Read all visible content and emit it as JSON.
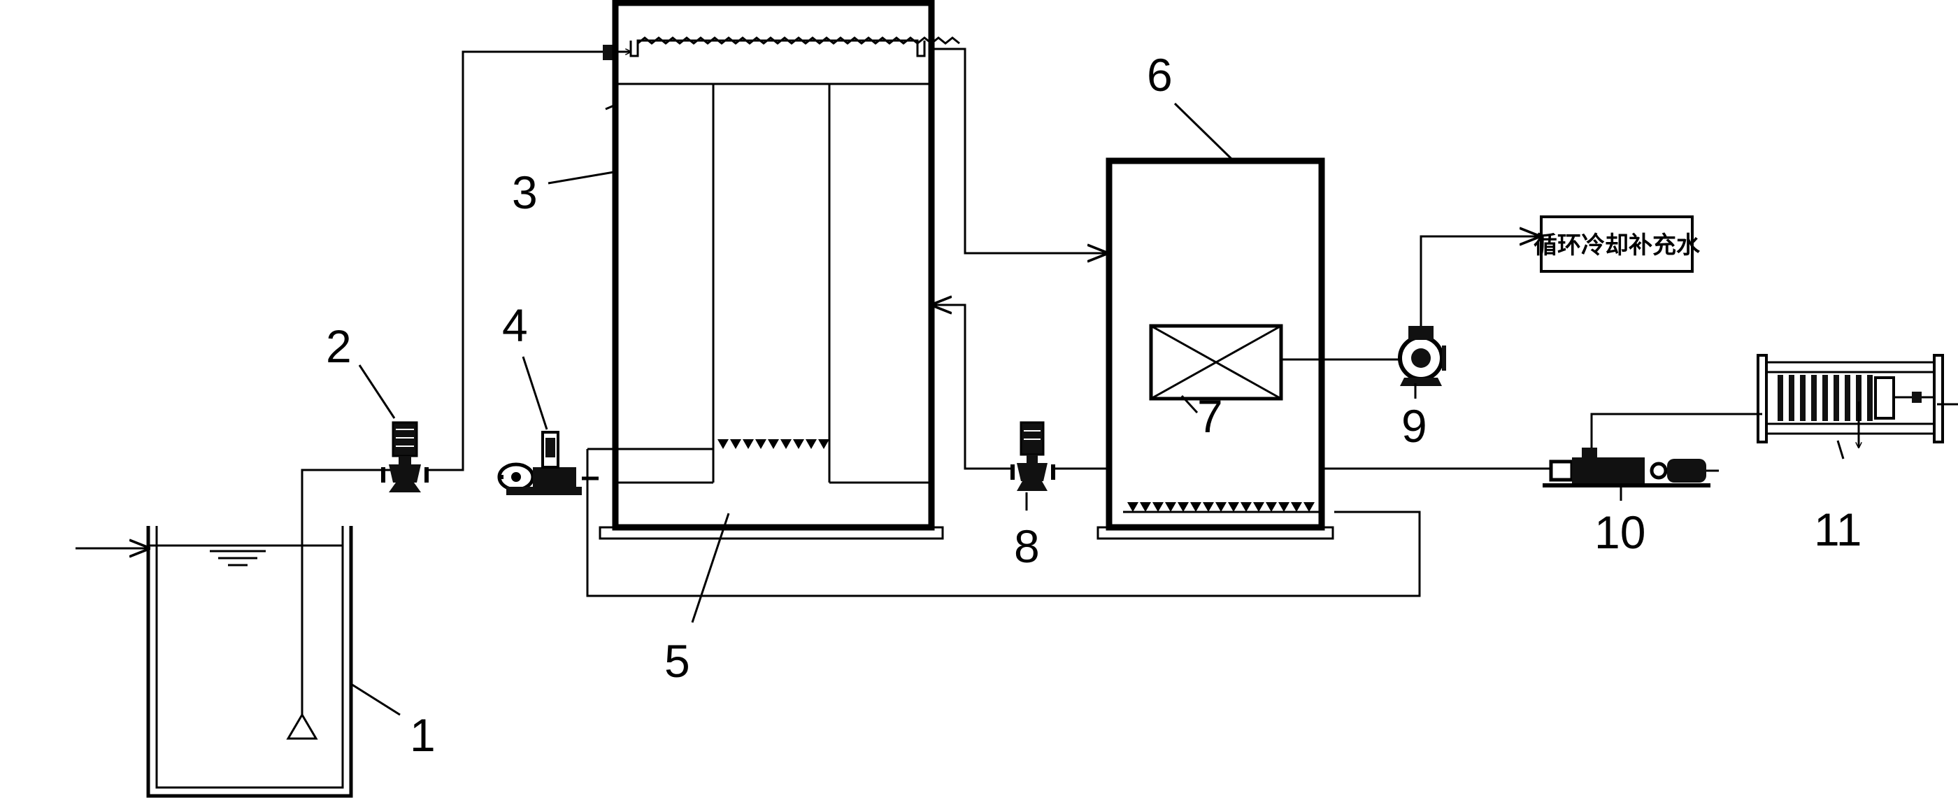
{
  "labels": {
    "n1": "1",
    "n2": "2",
    "n3": "3",
    "n4": "4",
    "n5": "5",
    "n6": "6",
    "n7": "7",
    "n8": "8",
    "n9": "9",
    "n10": "10",
    "n11": "11"
  },
  "outlet_box": {
    "text": "循环冷却补充水"
  }
}
